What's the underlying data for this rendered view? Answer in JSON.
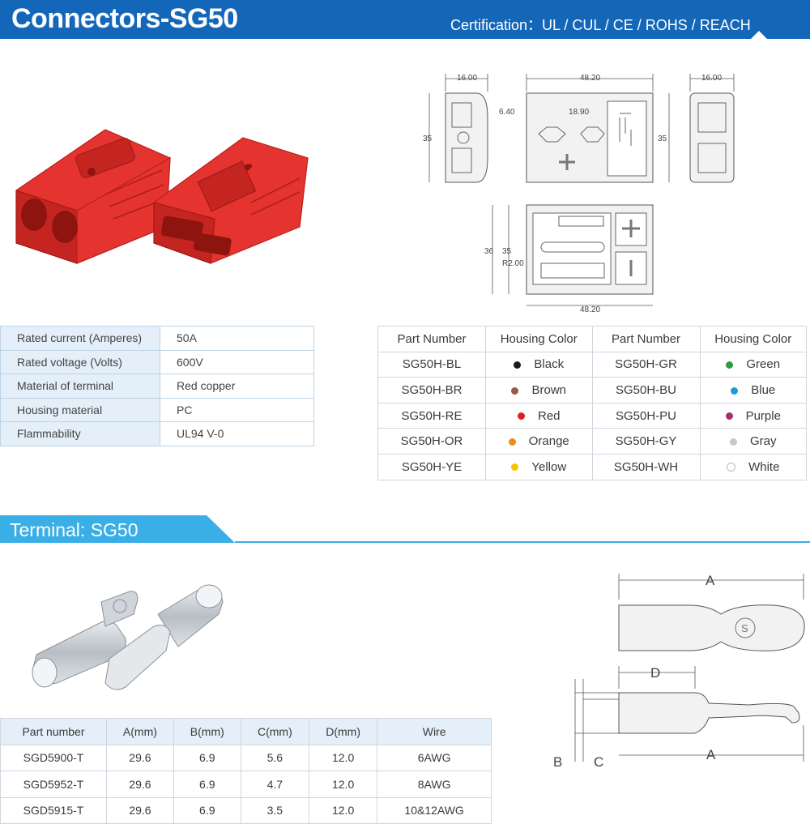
{
  "header": {
    "title": "Connectors-SG50",
    "certification": "Certification：UL / CUL / CE / ROHS / REACH"
  },
  "drawing": {
    "dim_16a": "16.00",
    "dim_48a": "48.20",
    "dim_16b": "16.00",
    "dim_35a": "35",
    "dim_35b": "35",
    "dim_640": "6.40",
    "dim_1890": "18.90",
    "dim_36": "36",
    "dim_35c": "35",
    "dim_r2": "R2.00",
    "dim_48b": "48.20"
  },
  "spec_table": [
    {
      "label": "Rated current (Amperes)",
      "value": "50A"
    },
    {
      "label": "Rated voltage (Volts)",
      "value": "600V"
    },
    {
      "label": "Material of terminal",
      "value": "Red copper"
    },
    {
      "label": "Housing material",
      "value": "PC"
    },
    {
      "label": "Flammability",
      "value": "UL94 V-0"
    }
  ],
  "color_table": {
    "headers": [
      "Part Number",
      "Housing Color",
      "Part Number",
      "Housing Color"
    ],
    "rows": [
      {
        "pn1": "SG50H-BL",
        "c1": "Black",
        "dot1": "#1a1a1a",
        "pn2": "SG50H-GR",
        "c2": "Green",
        "dot2": "#2f9e3a"
      },
      {
        "pn1": "SG50H-BR",
        "c1": "Brown",
        "dot1": "#a0574a",
        "pn2": "SG50H-BU",
        "c2": "Blue",
        "dot2": "#1e9ad6"
      },
      {
        "pn1": "SG50H-RE",
        "c1": "Red",
        "dot1": "#e02020",
        "pn2": "SG50H-PU",
        "c2": "Purple",
        "dot2": "#a0306e"
      },
      {
        "pn1": "SG50H-OR",
        "c1": "Orange",
        "dot1": "#f08a1c",
        "pn2": "SG50H-GY",
        "c2": "Gray",
        "dot2": "#c7c7c7"
      },
      {
        "pn1": "SG50H-YE",
        "c1": "Yellow",
        "dot1": "#f5c400",
        "pn2": "SG50H-WH",
        "c2": "White",
        "dot2": "#ffffff"
      }
    ]
  },
  "terminal": {
    "title": "Terminal: SG50",
    "headers": [
      "Part number",
      "A(mm)",
      "B(mm)",
      "C(mm)",
      "D(mm)",
      "Wire"
    ],
    "rows": [
      [
        "SGD5900-T",
        "29.6",
        "6.9",
        "5.6",
        "12.0",
        "6AWG"
      ],
      [
        "SGD5952-T",
        "29.6",
        "6.9",
        "4.7",
        "12.0",
        "8AWG"
      ],
      [
        "SGD5915-T",
        "29.6",
        "6.9",
        "3.5",
        "12.0",
        "10&12AWG"
      ]
    ],
    "drawing_labels": {
      "a_top": "A",
      "d": "D",
      "b": "B",
      "c": "C",
      "a_bottom": "A"
    }
  },
  "colors": {
    "header_blue": "#1467b8",
    "terminal_bar": "#3aaee6",
    "spec_label_bg": "#e4eff9"
  }
}
